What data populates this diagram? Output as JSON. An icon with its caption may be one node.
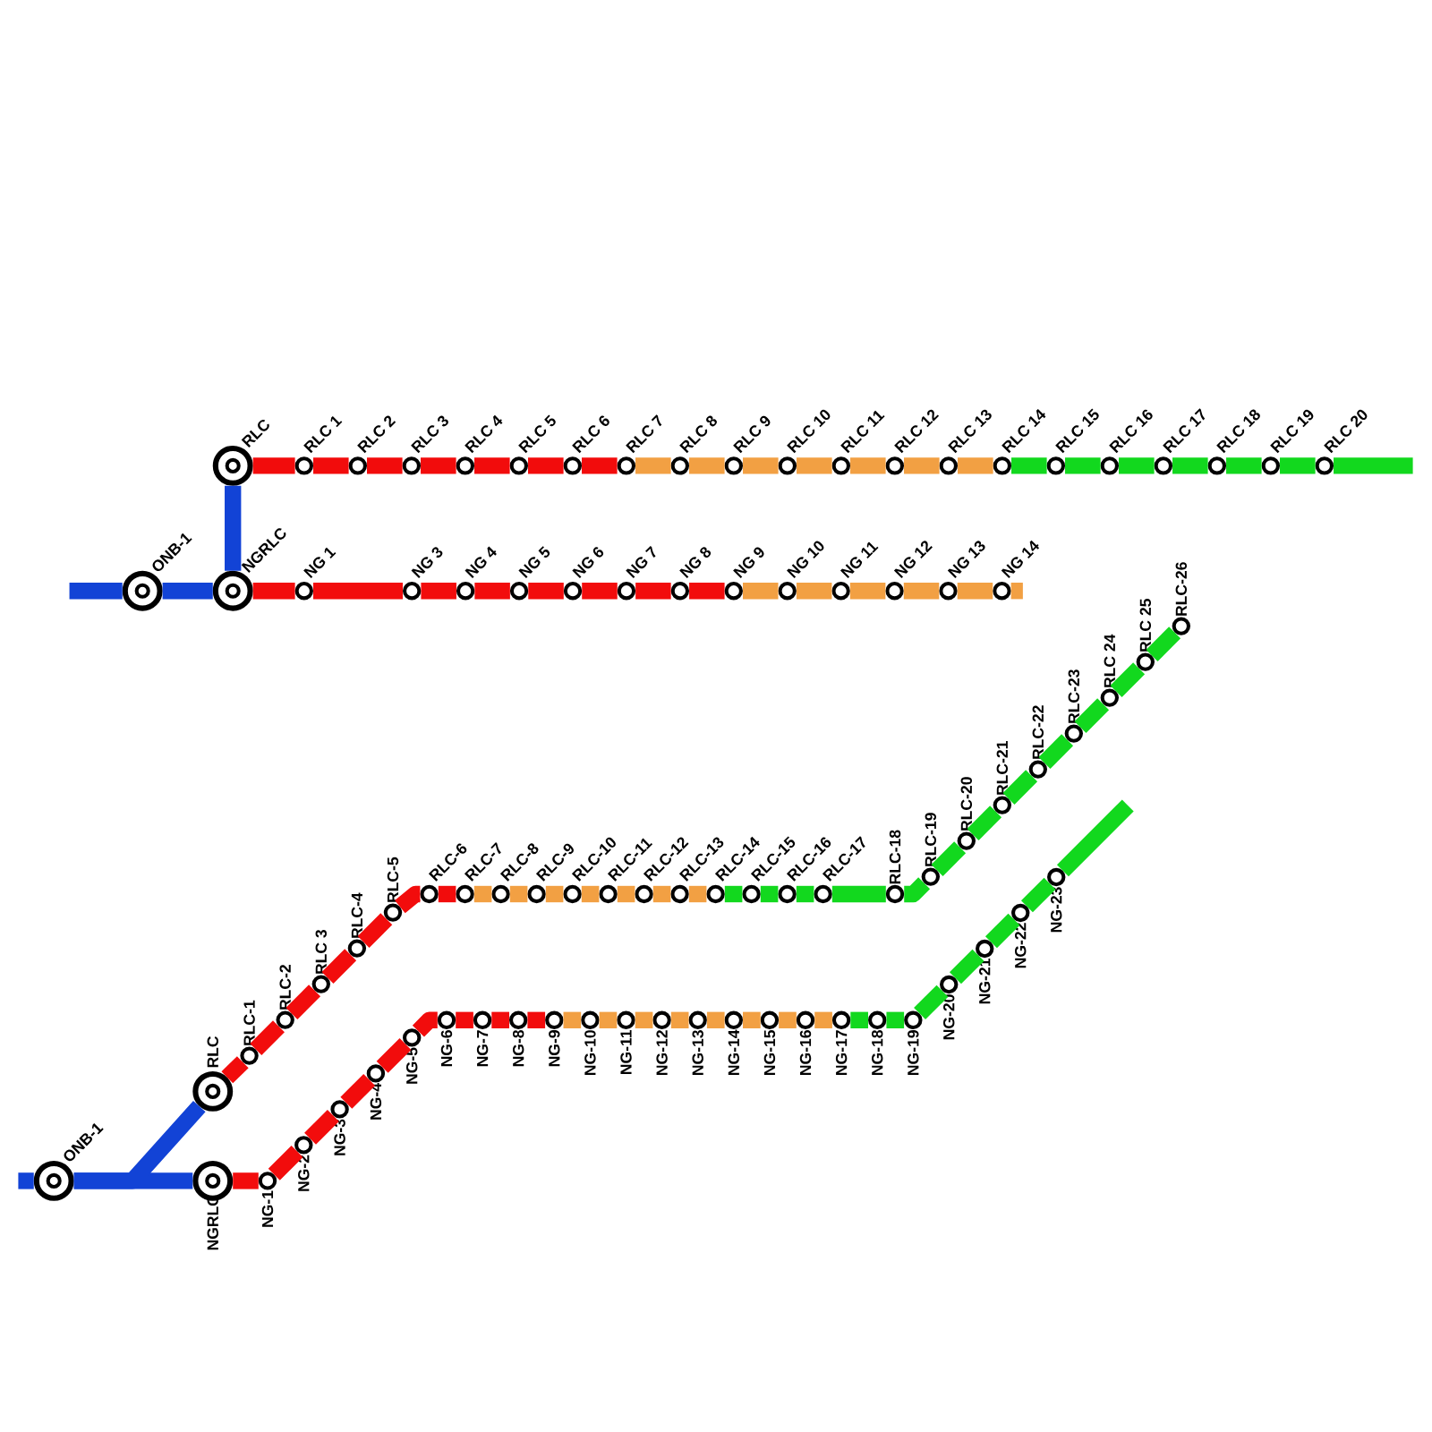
{
  "diagram": {
    "nodes": [
      {
        "text": [],
        "shape": "circle",
        "beside": [
          "RLC"
        ]
      },
      {
        "text": [],
        "shape": "circle",
        "beside": [
          "RLC 1"
        ]
      },
      {
        "text": [],
        "shape": "circle",
        "beside": [
          "RLC 2"
        ]
      },
      {
        "text": [],
        "shape": "circle",
        "beside": [
          "RLC 3"
        ]
      },
      {
        "text": [],
        "shape": "circle",
        "beside": [
          "RLC 4"
        ]
      },
      {
        "text": [],
        "shape": "circle",
        "beside": [
          "RLC 5"
        ]
      },
      {
        "text": [],
        "shape": "circle",
        "beside": [
          "RLC 6"
        ]
      },
      {
        "text": [],
        "shape": "circle",
        "beside": [
          "RLC 7"
        ]
      },
      {
        "text": [],
        "shape": "circle",
        "beside": [
          "RLC 8"
        ]
      },
      {
        "text": [],
        "shape": "circle",
        "beside": [
          "RLC 9"
        ]
      },
      {
        "text": [],
        "shape": "circle",
        "beside": [
          "RLC 10"
        ]
      },
      {
        "text": [],
        "shape": "circle",
        "beside": [
          "RLC 11"
        ]
      },
      {
        "text": [],
        "shape": "circle",
        "beside": [
          "RLC 12"
        ]
      },
      {
        "text": [],
        "shape": "circle",
        "beside": [
          "RLC 13"
        ]
      },
      {
        "text": [],
        "shape": "circle",
        "beside": [
          "RLC 14"
        ]
      },
      {
        "text": [],
        "shape": "circle",
        "beside": [
          "RLC 15"
        ]
      },
      {
        "text": [],
        "shape": "circle",
        "beside": [
          "RLC 16"
        ]
      },
      {
        "text": [],
        "shape": "circle",
        "beside": [
          "RLC 17"
        ]
      },
      {
        "text": [],
        "shape": "circle",
        "beside": [
          "RLC 18"
        ]
      },
      {
        "text": [],
        "shape": "circle",
        "beside": [
          "RLC 19"
        ]
      },
      {
        "text": [],
        "shape": "circle",
        "beside": [
          "RLC 20"
        ]
      },
      {
        "text": [],
        "shape": "circle",
        "beside": [
          "ONB-1"
        ]
      },
      {
        "text": [],
        "shape": "circle",
        "beside": [
          "NGRLC"
        ]
      },
      {
        "text": [],
        "shape": "circle",
        "beside": [
          "NG 1"
        ]
      },
      {
        "text": [],
        "shape": "circle",
        "beside": [
          "NG 3"
        ]
      },
      {
        "text": [],
        "shape": "circle",
        "beside": [
          "NG 4"
        ]
      },
      {
        "text": [],
        "shape": "circle",
        "beside": [
          "NG 5"
        ]
      },
      {
        "text": [],
        "shape": "circle",
        "beside": [
          "NG 6"
        ]
      },
      {
        "text": [],
        "shape": "circle",
        "beside": [
          "NG 7"
        ]
      },
      {
        "text": [],
        "shape": "circle",
        "beside": [
          "NG 8"
        ]
      },
      {
        "text": [],
        "shape": "circle",
        "beside": [
          "NG 9"
        ]
      },
      {
        "text": [],
        "shape": "circle",
        "beside": [
          "NG 10"
        ]
      },
      {
        "text": [],
        "shape": "circle",
        "beside": [
          "NG 11"
        ]
      },
      {
        "text": [],
        "shape": "circle",
        "beside": [
          "NG 12"
        ]
      },
      {
        "text": [],
        "shape": "circle",
        "beside": [
          "NG 13"
        ]
      },
      {
        "text": [],
        "shape": "circle",
        "beside": [
          "NG 14"
        ]
      },
      {
        "text": [],
        "shape": "circle",
        "beside": [
          "RLC"
        ]
      },
      {
        "text": [],
        "shape": "circle",
        "beside": [
          "RLC-1"
        ]
      },
      {
        "text": [],
        "shape": "circle",
        "beside": [
          "RLC-2"
        ]
      },
      {
        "text": [],
        "shape": "circle",
        "beside": [
          "RLC 3"
        ]
      },
      {
        "text": [],
        "shape": "circle",
        "beside": [
          "RLC-4"
        ]
      },
      {
        "text": [],
        "shape": "circle",
        "beside": [
          "RLC-5"
        ]
      },
      {
        "text": [],
        "shape": "circle",
        "beside": [
          "RLC-6"
        ]
      },
      {
        "text": [],
        "shape": "circle",
        "beside": [
          "RLC-7"
        ]
      },
      {
        "text": [],
        "shape": "circle",
        "beside": [
          "RLC-8"
        ]
      },
      {
        "text": [],
        "shape": "circle",
        "beside": [
          "RLC-9"
        ]
      },
      {
        "text": [],
        "shape": "circle",
        "beside": [
          "RLC-10"
        ]
      },
      {
        "text": [],
        "shape": "circle",
        "beside": [
          "RLC-11"
        ]
      },
      {
        "text": [],
        "shape": "circle",
        "beside": [
          "RLC-12"
        ]
      },
      {
        "text": [],
        "shape": "circle",
        "beside": [
          "RLC-13"
        ]
      },
      {
        "text": [],
        "shape": "circle",
        "beside": [
          "RLC-14"
        ]
      },
      {
        "text": [],
        "shape": "circle",
        "beside": [
          "RLC-15"
        ]
      },
      {
        "text": [],
        "shape": "circle",
        "beside": [
          "RLC-16"
        ]
      },
      {
        "text": [],
        "shape": "circle",
        "beside": [
          "RLC-17"
        ]
      },
      {
        "text": [],
        "shape": "circle",
        "beside": [
          "RLC-18"
        ]
      },
      {
        "text": [],
        "shape": "circle",
        "beside": [
          "RLC-19"
        ]
      },
      {
        "text": [],
        "shape": "circle",
        "beside": [
          "RLC-20"
        ]
      },
      {
        "text": [],
        "shape": "circle",
        "beside": [
          "RLC-21"
        ]
      },
      {
        "text": [],
        "shape": "circle",
        "beside": [
          "RLC-22"
        ]
      },
      {
        "text": [],
        "shape": "circle",
        "beside": [
          "RLC-23"
        ]
      },
      {
        "text": [],
        "shape": "circle",
        "beside": [
          "RLC 24"
        ]
      },
      {
        "text": [],
        "shape": "circle",
        "beside": [
          "RLC 25"
        ]
      },
      {
        "text": [],
        "shape": "circle",
        "beside": [
          "RLC-26"
        ]
      },
      {
        "text": [],
        "shape": "circle",
        "beside": [
          "ONB-1"
        ]
      },
      {
        "text": [],
        "shape": "circle",
        "beside": [
          "NGRLC"
        ]
      },
      {
        "text": [],
        "shape": "circle",
        "beside": [
          "NG-1"
        ]
      },
      {
        "text": [],
        "shape": "circle",
        "beside": [
          "NG-2"
        ]
      },
      {
        "text": [],
        "shape": "circle",
        "beside": [
          "NG-3"
        ]
      },
      {
        "text": [],
        "shape": "circle",
        "beside": [
          "NG-4"
        ]
      },
      {
        "text": [],
        "shape": "circle",
        "beside": [
          "NG-5"
        ]
      },
      {
        "text": [],
        "shape": "circle",
        "beside": [
          "NG-6"
        ]
      },
      {
        "text": [],
        "shape": "circle",
        "beside": [
          "NG-7"
        ]
      },
      {
        "text": [],
        "shape": "circle",
        "beside": [
          "NG-8"
        ]
      },
      {
        "text": [],
        "shape": "circle",
        "beside": [
          "NG-9"
        ]
      },
      {
        "text": [],
        "shape": "circle",
        "beside": [
          "NG-10"
        ]
      },
      {
        "text": [],
        "shape": "circle",
        "beside": [
          "NG-11"
        ]
      },
      {
        "text": [],
        "shape": "circle",
        "beside": [
          "NG-12"
        ]
      },
      {
        "text": [],
        "shape": "circle",
        "beside": [
          "NG-13"
        ]
      },
      {
        "text": [],
        "shape": "circle",
        "beside": [
          "NG-14"
        ]
      },
      {
        "text": [],
        "shape": "circle",
        "beside": [
          "NG-15"
        ]
      },
      {
        "text": [],
        "shape": "circle",
        "beside": [
          "NG-16"
        ]
      },
      {
        "text": [],
        "shape": "circle",
        "beside": [
          "NG-17"
        ]
      },
      {
        "text": [],
        "shape": "circle",
        "beside": [
          "NG-18"
        ]
      },
      {
        "text": [],
        "shape": "circle",
        "beside": [
          "NG-19"
        ]
      },
      {
        "text": [],
        "shape": "circle",
        "beside": [
          "NG-20"
        ]
      },
      {
        "text": [],
        "shape": "circle",
        "beside": [
          "NG-21"
        ]
      },
      {
        "text": [],
        "shape": "circle",
        "beside": [
          "NG-22"
        ]
      },
      {
        "text": [],
        "shape": "circle",
        "beside": [
          "NG-23"
        ]
      }
    ],
    "edges": [
      {
        "from": null,
        "to": 21,
        "arrow": "none",
        "color": "#1243d6"
      },
      {
        "from": 21,
        "to": 22,
        "arrow": "none",
        "color": "#1243d6"
      },
      {
        "from": 22,
        "to": 0,
        "arrow": "none",
        "color": "#1243d6"
      },
      {
        "from": 0,
        "to": 1,
        "arrow": "none"
      },
      {
        "from": 1,
        "to": 2,
        "arrow": "none"
      },
      {
        "from": 2,
        "to": 3,
        "arrow": "none"
      },
      {
        "from": 3,
        "to": 4,
        "arrow": "none"
      },
      {
        "from": 4,
        "to": 5,
        "arrow": "none"
      },
      {
        "from": 5,
        "to": 6,
        "arrow": "none"
      },
      {
        "from": 6,
        "to": 7,
        "arrow": "none"
      },
      {
        "from": 7,
        "to": 8,
        "arrow": "none",
        "color": "#f2a043"
      },
      {
        "from": 8,
        "to": 9,
        "arrow": "none",
        "color": "#f2a043"
      },
      {
        "from": 9,
        "to": 10,
        "arrow": "none",
        "color": "#f2a043"
      },
      {
        "from": 10,
        "to": 11,
        "arrow": "none",
        "color": "#f2a043"
      },
      {
        "from": 11,
        "to": 12,
        "arrow": "none",
        "color": "#f2a043"
      },
      {
        "from": 12,
        "to": 13,
        "arrow": "none",
        "color": "#f2a043"
      },
      {
        "from": 13,
        "to": 14,
        "arrow": "none",
        "color": "#f2a043"
      },
      {
        "from": 14,
        "to": 15,
        "arrow": "none",
        "color": "#12d81e"
      },
      {
        "from": 15,
        "to": 16,
        "arrow": "none",
        "color": "#12d81e"
      },
      {
        "from": 16,
        "to": 17,
        "arrow": "none",
        "color": "#12d81e"
      },
      {
        "from": 17,
        "to": 18,
        "arrow": "none",
        "color": "#12d81e"
      },
      {
        "from": 18,
        "to": 19,
        "arrow": "none",
        "color": "#12d81e"
      },
      {
        "from": 19,
        "to": 20,
        "arrow": "none",
        "color": "#12d81e"
      },
      {
        "from": 20,
        "to": null,
        "arrow": "none",
        "color": "#12d81e"
      },
      {
        "from": 22,
        "to": 23,
        "arrow": "none"
      },
      {
        "from": 23,
        "to": 24,
        "arrow": "none"
      },
      {
        "from": 24,
        "to": 25,
        "arrow": "none"
      },
      {
        "from": 25,
        "to": 26,
        "arrow": "none"
      },
      {
        "from": 26,
        "to": 27,
        "arrow": "none"
      },
      {
        "from": 27,
        "to": 28,
        "arrow": "none"
      },
      {
        "from": 28,
        "to": 29,
        "arrow": "none"
      },
      {
        "from": 29,
        "to": 30,
        "arrow": "none"
      },
      {
        "from": 30,
        "to": 31,
        "arrow": "none",
        "color": "#f2a043"
      },
      {
        "from": 31,
        "to": 32,
        "arrow": "none",
        "color": "#f2a043"
      },
      {
        "from": 32,
        "to": 33,
        "arrow": "none",
        "color": "#f2a043"
      },
      {
        "from": 33,
        "to": 34,
        "arrow": "none",
        "color": "#f2a043"
      },
      {
        "from": 34,
        "to": 35,
        "arrow": "none",
        "color": "#f2a043"
      },
      {
        "from": 35,
        "to": null,
        "arrow": "none",
        "color": "#f2a043"
      },
      {
        "from": null,
        "to": 63,
        "arrow": "none",
        "color": "#1243d6"
      },
      {
        "from": 63,
        "to": 64,
        "arrow": "none",
        "color": "#1243d6"
      },
      {
        "from": 63,
        "to": 36,
        "arrow": "none",
        "color": "#1243d6"
      },
      {
        "from": 36,
        "to": 37,
        "arrow": "none"
      },
      {
        "from": 37,
        "to": 38,
        "arrow": "none"
      },
      {
        "from": 38,
        "to": 39,
        "arrow": "none"
      },
      {
        "from": 39,
        "to": 40,
        "arrow": "none"
      },
      {
        "from": 40,
        "to": 41,
        "arrow": "none"
      },
      {
        "from": 41,
        "to": 42,
        "arrow": "none"
      },
      {
        "from": 42,
        "to": 43,
        "arrow": "none"
      },
      {
        "from": 43,
        "to": 44,
        "arrow": "none",
        "color": "#f2a043"
      },
      {
        "from": 44,
        "to": 45,
        "arrow": "none",
        "color": "#f2a043"
      },
      {
        "from": 45,
        "to": 46,
        "arrow": "none",
        "color": "#f2a043"
      },
      {
        "from": 46,
        "to": 47,
        "arrow": "none",
        "color": "#f2a043"
      },
      {
        "from": 47,
        "to": 48,
        "arrow": "none",
        "color": "#f2a043"
      },
      {
        "from": 48,
        "to": 49,
        "arrow": "none",
        "color": "#f2a043"
      },
      {
        "from": 49,
        "to": 50,
        "arrow": "none",
        "color": "#f2a043"
      },
      {
        "from": 50,
        "to": 51,
        "arrow": "none",
        "color": "#12d81e"
      },
      {
        "from": 51,
        "to": 52,
        "arrow": "none",
        "color": "#12d81e"
      },
      {
        "from": 52,
        "to": 53,
        "arrow": "none",
        "color": "#12d81e"
      },
      {
        "from": 53,
        "to": 54,
        "arrow": "none",
        "color": "#12d81e"
      },
      {
        "from": 54,
        "to": 55,
        "arrow": "none",
        "color": "#12d81e"
      },
      {
        "from": 55,
        "to": 56,
        "arrow": "none",
        "color": "#12d81e"
      },
      {
        "from": 56,
        "to": 57,
        "arrow": "none",
        "color": "#12d81e"
      },
      {
        "from": 57,
        "to": 58,
        "arrow": "none",
        "color": "#12d81e"
      },
      {
        "from": 58,
        "to": 59,
        "arrow": "none",
        "color": "#12d81e"
      },
      {
        "from": 59,
        "to": 60,
        "arrow": "none",
        "color": "#12d81e"
      },
      {
        "from": 60,
        "to": 61,
        "arrow": "none",
        "color": "#12d81e"
      },
      {
        "from": 61,
        "to": 62,
        "arrow": "none",
        "color": "#12d81e"
      },
      {
        "from": 64,
        "to": 65,
        "arrow": "none"
      },
      {
        "from": 65,
        "to": 66,
        "arrow": "none"
      },
      {
        "from": 66,
        "to": 67,
        "arrow": "none"
      },
      {
        "from": 67,
        "to": 68,
        "arrow": "none"
      },
      {
        "from": 68,
        "to": 69,
        "arrow": "none"
      },
      {
        "from": 69,
        "to": 70,
        "arrow": "none"
      },
      {
        "from": 70,
        "to": 71,
        "arrow": "none"
      },
      {
        "from": 71,
        "to": 72,
        "arrow": "none"
      },
      {
        "from": 72,
        "to": 73,
        "arrow": "none"
      },
      {
        "from": 73,
        "to": 74,
        "arrow": "none",
        "color": "#f2a043"
      },
      {
        "from": 74,
        "to": 75,
        "arrow": "none",
        "color": "#f2a043"
      },
      {
        "from": 75,
        "to": 76,
        "arrow": "none",
        "color": "#f2a043"
      },
      {
        "from": 76,
        "to": 77,
        "arrow": "none",
        "color": "#f2a043"
      },
      {
        "from": 77,
        "to": 78,
        "arrow": "none",
        "color": "#f2a043"
      },
      {
        "from": 78,
        "to": 79,
        "arrow": "none",
        "color": "#f2a043"
      },
      {
        "from": 79,
        "to": 80,
        "arrow": "none",
        "color": "#f2a043"
      },
      {
        "from": 80,
        "to": 81,
        "arrow": "none",
        "color": "#f2a043"
      },
      {
        "from": 81,
        "to": 82,
        "arrow": "none",
        "color": "#12d81e"
      },
      {
        "from": 82,
        "to": 83,
        "arrow": "none",
        "color": "#12d81e"
      },
      {
        "from": 83,
        "to": 84,
        "arrow": "none",
        "color": "#12d81e"
      },
      {
        "from": 84,
        "to": 85,
        "arrow": "none",
        "color": "#12d81e"
      },
      {
        "from": 85,
        "to": 86,
        "arrow": "none",
        "color": "#12d81e"
      },
      {
        "from": 86,
        "to": 87,
        "arrow": "none",
        "color": "#12d81e"
      },
      {
        "from": 87,
        "to": null,
        "arrow": "none",
        "color": "#12d81e"
      }
    ]
  }
}
